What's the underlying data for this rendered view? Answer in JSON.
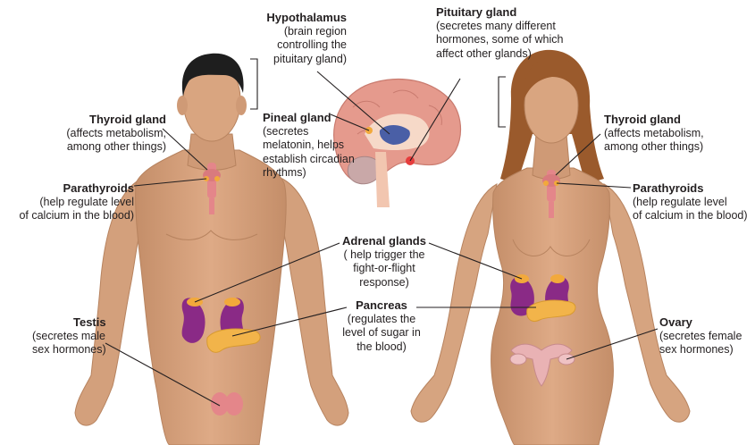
{
  "labels": {
    "hypothalamus": {
      "title": "Hypothalamus",
      "l1": "(brain region",
      "l2": "controlling the",
      "l3": "pituitary gland)"
    },
    "pituitary": {
      "title": "Pituitary gland",
      "l1": "(secretes many different",
      "l2": "hormones, some of which",
      "l3": "affect other glands)"
    },
    "pineal": {
      "title": "Pineal gland",
      "l1": "(secretes",
      "l2": "melatonin, helps",
      "l3": "establish circadian",
      "l4": "rhythms)"
    },
    "thyroid_left": {
      "title": "Thyroid gland",
      "l1": "(affects metabolism,",
      "l2": "among other things)"
    },
    "thyroid_right": {
      "title": "Thyroid gland",
      "l1": "(affects metabolism,",
      "l2": "among other things)"
    },
    "parathyroids_left": {
      "title": "Parathyroids",
      "l1": "(help regulate level",
      "l2": "of calcium in the blood)"
    },
    "parathyroids_right": {
      "title": "Parathyroids",
      "l1": "(help regulate level",
      "l2": "of calcium in the blood)"
    },
    "adrenal": {
      "title": "Adrenal glands",
      "l1": "( help trigger the",
      "l2": "fight-or-flight",
      "l3": "response)"
    },
    "pancreas": {
      "title": "Pancreas",
      "l1": "(regulates the",
      "l2": "level of sugar in",
      "l3": "the blood)"
    },
    "testis": {
      "title": "Testis",
      "l1": "(secretes male",
      "l2": "sex hormones)"
    },
    "ovary": {
      "title": "Ovary",
      "l1": "(secretes female",
      "l2": "sex hormones)"
    }
  },
  "colors": {
    "skin": "#d9a580",
    "skin_shadow": "#c48e69",
    "hair_male": "#1e1e1e",
    "hair_female": "#9a5a2c",
    "kidney": "#8a2a86",
    "gland": "#f2a93b",
    "thyroid": "#e4868a",
    "brain": "#e59a8d",
    "leader": "#231f20"
  }
}
